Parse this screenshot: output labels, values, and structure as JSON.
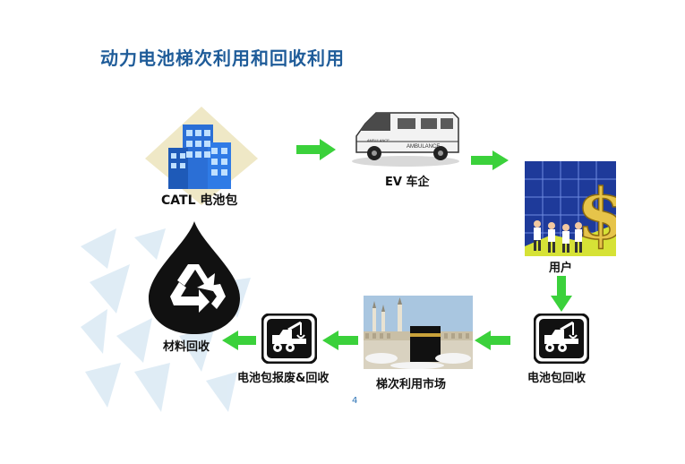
{
  "slide": {
    "title": "动力电池梯次利用和回收利用",
    "page_number": "4"
  },
  "nodes": {
    "catl": {
      "label": "CATL 电池包",
      "icon": "building-icon"
    },
    "ev": {
      "label": "EV 车企",
      "icon": "ambulance-icon"
    },
    "user": {
      "label": "用户",
      "icon": "users-dollar-icon"
    },
    "recycle_pack": {
      "label": "电池包回收",
      "icon": "tow-truck-icon"
    },
    "cascade_market": {
      "label": "梯次利用市场",
      "icon": "market-scene-icon"
    },
    "scrap_recycle": {
      "label": "电池包报废&回收",
      "icon": "tow-truck-icon"
    },
    "material": {
      "label": "材料回收",
      "icon": "recycle-drop-icon"
    }
  },
  "colors": {
    "title": "#1F5C99",
    "arrow": "#3BD13B",
    "building": "#2B6FD6",
    "drop": "#111111",
    "bg_triangles": "#DCEAF5"
  }
}
